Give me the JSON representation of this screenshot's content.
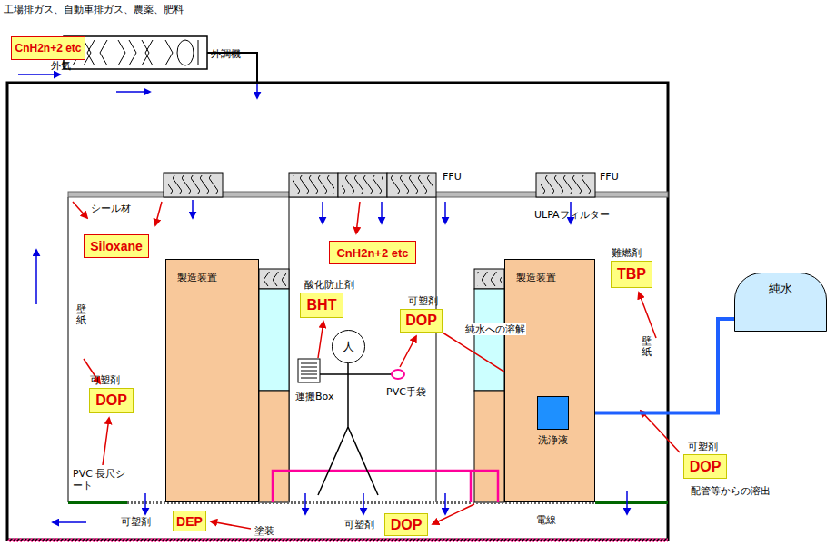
{
  "diagram": {
    "nodes": [
      {
        "text": [
          "CnH2n+2 etc"
        ]
      },
      {
        "text": [
          "外調機"
        ]
      },
      {
        "text": [
          "Siloxane"
        ]
      },
      {
        "text": [
          "CnH2n+2 etc"
        ]
      },
      {
        "text": [
          "難燃剤",
          "TBP"
        ]
      },
      {
        "text": [
          "製造装置"
        ]
      },
      {
        "text": [
          "製造装置"
        ]
      },
      {
        "text": [
          "洗浄液"
        ],
        "in": 6
      },
      {
        "text": [
          "酸化防止剤",
          "BHT"
        ]
      },
      {
        "text": [
          "可塑剤",
          "DOP"
        ]
      },
      {
        "text": [
          "人"
        ]
      },
      {
        "text": [
          "可塑剤",
          "DOP"
        ]
      },
      {
        "text": [
          "可塑剤",
          "DOP"
        ]
      },
      {
        "text": [
          "可塑剤",
          "DEP"
        ]
      },
      {
        "text": [
          "可塑剤",
          "DOP"
        ]
      },
      {
        "text": [
          "純水"
        ]
      }
    ],
    "edges": [
      {
        "from": 9,
        "to": 7,
        "arrow": "to",
        "label": "純水への溶解"
      },
      {
        "from": 15,
        "to": 7,
        "arrow": "none"
      }
    ],
    "labels": [
      "工場排ガス、自動車排ガス、農薬、肥料",
      "外気",
      "FFU",
      "FFU",
      "シール材",
      "ULPAフィルター",
      "壁紙",
      "運搬Box",
      "PVC手袋",
      "壁紙",
      "PVC 長尺シート",
      "塗装",
      "電線",
      "配管等からの溶出"
    ]
  }
}
